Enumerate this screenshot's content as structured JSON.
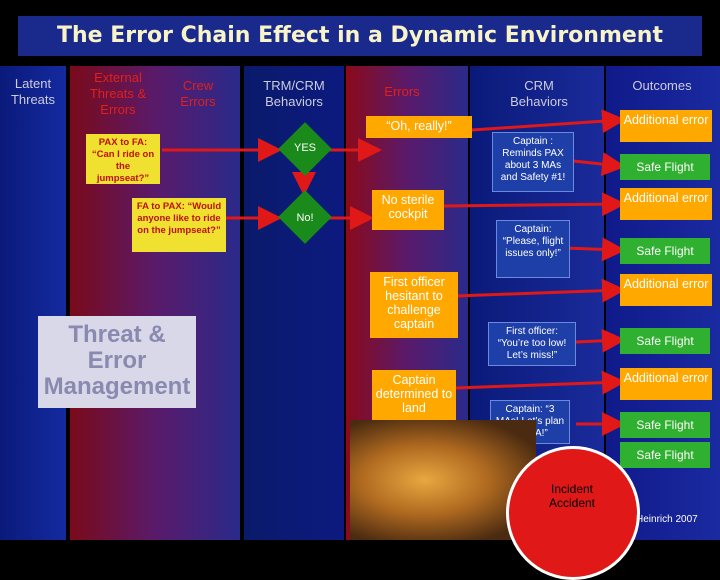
{
  "title": "The Error Chain Effect in a Dynamic Environment",
  "headers": {
    "latent": "Latent Threats",
    "external": "External Threats & Errors",
    "crew": "Crew Errors",
    "trm": "TRM/CRM Behaviors",
    "errors": "Errors",
    "crm": "CRM Behaviors",
    "outcomes": "Outcomes"
  },
  "left_boxes": {
    "pax": "PAX to FA: “Can I ride on the jumpseat?”",
    "fa": "FA to PAX: “Would anyone like to ride on the jumpseat?”"
  },
  "tem": "Threat & Error Management",
  "decisions": {
    "yes": "YES",
    "no": "No!"
  },
  "errors_col": {
    "oh_really": "“Oh, really!”",
    "sterile": "No sterile cockpit",
    "fo_hesitant": "First officer hesitant to challenge captain",
    "captain_determined": "Captain determined to land"
  },
  "crm_col": {
    "c1": "Captain : Reminds PAX about 3 MAs and Safety #1!",
    "c2": "Captain: “Please, flight issues only!”",
    "c3": "First officer: “You’re too low! Let’s miss!”",
    "c4": "Captain: “3 MAs! Let’s plan for MA!”"
  },
  "outcomes": {
    "additional_error": "Additional error",
    "safe_flight": "Safe Flight"
  },
  "incident": "Incident Accident",
  "credit": "Heinrich 2007",
  "colors": {
    "title_bg": "#1a2a8c",
    "yellow": "#f0e030",
    "orange": "#ffa800",
    "green": "#30b030",
    "red": "#e01818"
  }
}
